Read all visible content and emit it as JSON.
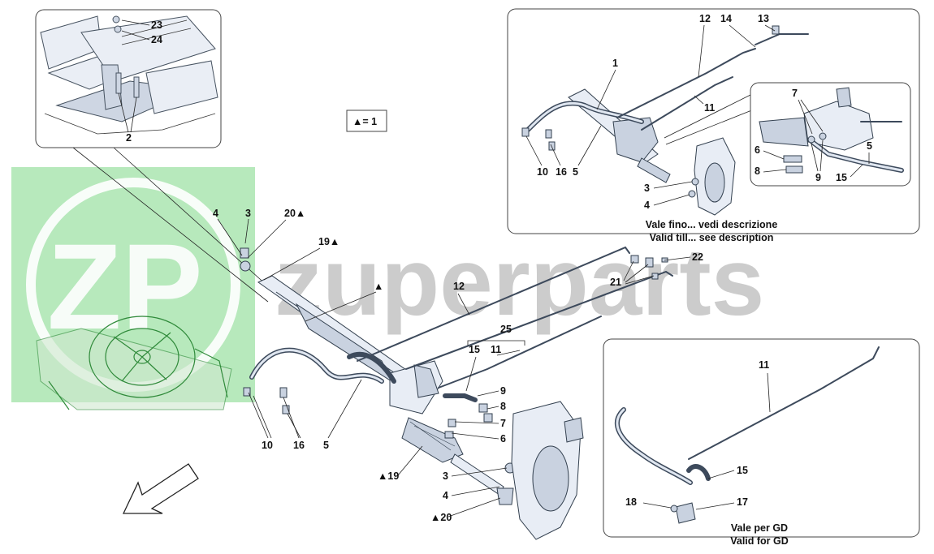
{
  "watermark": {
    "logo_text": "ZP",
    "brand_text": "zuperparts",
    "logo_color": "#5fcf6a"
  },
  "legend": {
    "symbol": "▲",
    "text": "▲= 1"
  },
  "labels": {
    "p1": "1",
    "p2": "2",
    "p3": "3",
    "p4": "4",
    "p5": "5",
    "p6": "6",
    "p7": "7",
    "p8": "8",
    "p9": "9",
    "p10": "10",
    "p11": "11",
    "p12": "12",
    "p13": "13",
    "p14": "14",
    "p15": "15",
    "p16": "16",
    "p17": "17",
    "p18": "18",
    "p19t": "19▲",
    "p19b": "▲19",
    "p20t": "20▲",
    "p20b": "▲20",
    "p21": "21",
    "p22": "22",
    "p23": "23",
    "p24": "24",
    "p25": "25",
    "tri": "▲"
  },
  "inset_top_right": {
    "caption_it": "Vale fino... vedi descrizione",
    "caption_en": "Valid till... see description"
  },
  "inset_bottom_right": {
    "caption_it": "Vale per GD",
    "caption_en": "Valid for GD"
  }
}
